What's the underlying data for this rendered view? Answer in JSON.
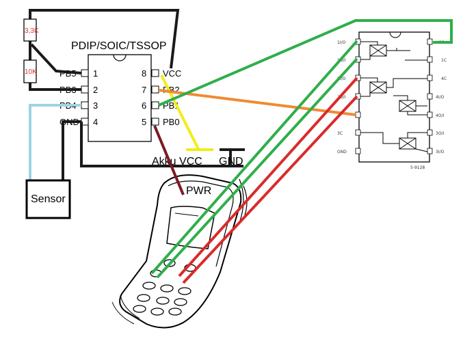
{
  "chip_left": {
    "package": "PDIP/SOIC/TSSOP",
    "pins_left": [
      {
        "name": "PB5",
        "num": "1"
      },
      {
        "name": "PB3",
        "num": "2"
      },
      {
        "name": "PB4",
        "num": "3"
      },
      {
        "name": "GND",
        "num": "4"
      }
    ],
    "pins_right": [
      {
        "name": "VCC",
        "num": "8"
      },
      {
        "name": "PB2",
        "num": "7"
      },
      {
        "name": "PB1",
        "num": "6"
      },
      {
        "name": "PB0",
        "num": "5"
      }
    ]
  },
  "resistors": [
    {
      "value": "3,3K"
    },
    {
      "value": "10K"
    }
  ],
  "sensor": {
    "label": "Sensor"
  },
  "supply": {
    "akku_vcc": "Akku VCC",
    "gnd": "GND"
  },
  "phone": {
    "pwr": "PWR"
  },
  "chip_right": {
    "vcc": "VCC",
    "pins_left": [
      "1I/O",
      "1O/I",
      "2I/O",
      "2O/I",
      "3C",
      "GND"
    ],
    "pins_right": [
      "1C",
      "4C",
      "4I/O",
      "4O/I",
      "3O/I",
      "3I/O"
    ],
    "code": "5-9128"
  },
  "colors": {
    "wire_black": "#1a1a1a",
    "wire_green": "#2fae4b",
    "wire_orange": "#f08a32",
    "wire_yellow": "#f2ec1c",
    "wire_red": "#d92b2b",
    "wire_maroon": "#7a1a24",
    "wire_lightblue": "#9fd3e3"
  }
}
